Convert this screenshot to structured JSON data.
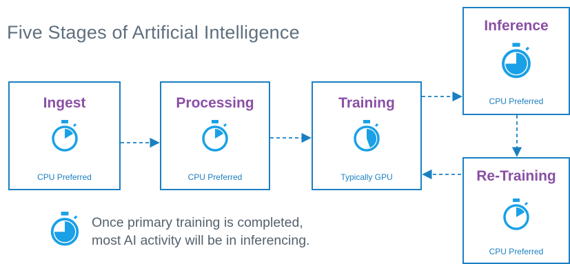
{
  "title": "Five Stages of Artificial Intelligence",
  "stages": [
    {
      "name": "Ingest",
      "note": "CPU Preferred",
      "icon": "stopwatch-icon"
    },
    {
      "name": "Processing",
      "note": "CPU Preferred",
      "icon": "stopwatch-icon"
    },
    {
      "name": "Training",
      "note": "Typically GPU",
      "icon": "stopwatch-icon"
    },
    {
      "name": "Inference",
      "note": "CPU Preferred",
      "icon": "stopwatch-icon"
    },
    {
      "name": "Re-Training",
      "note": "CPU Preferred",
      "icon": "stopwatch-icon"
    }
  ],
  "footnote": {
    "line1": "Once primary training is completed,",
    "line2": "most AI activity will be in inferencing."
  },
  "colors": {
    "accent": "#1a7fc1",
    "stage_name": "#8a4fa4",
    "title": "#5f6f7e",
    "fill_blue": "#1aa0e6"
  }
}
